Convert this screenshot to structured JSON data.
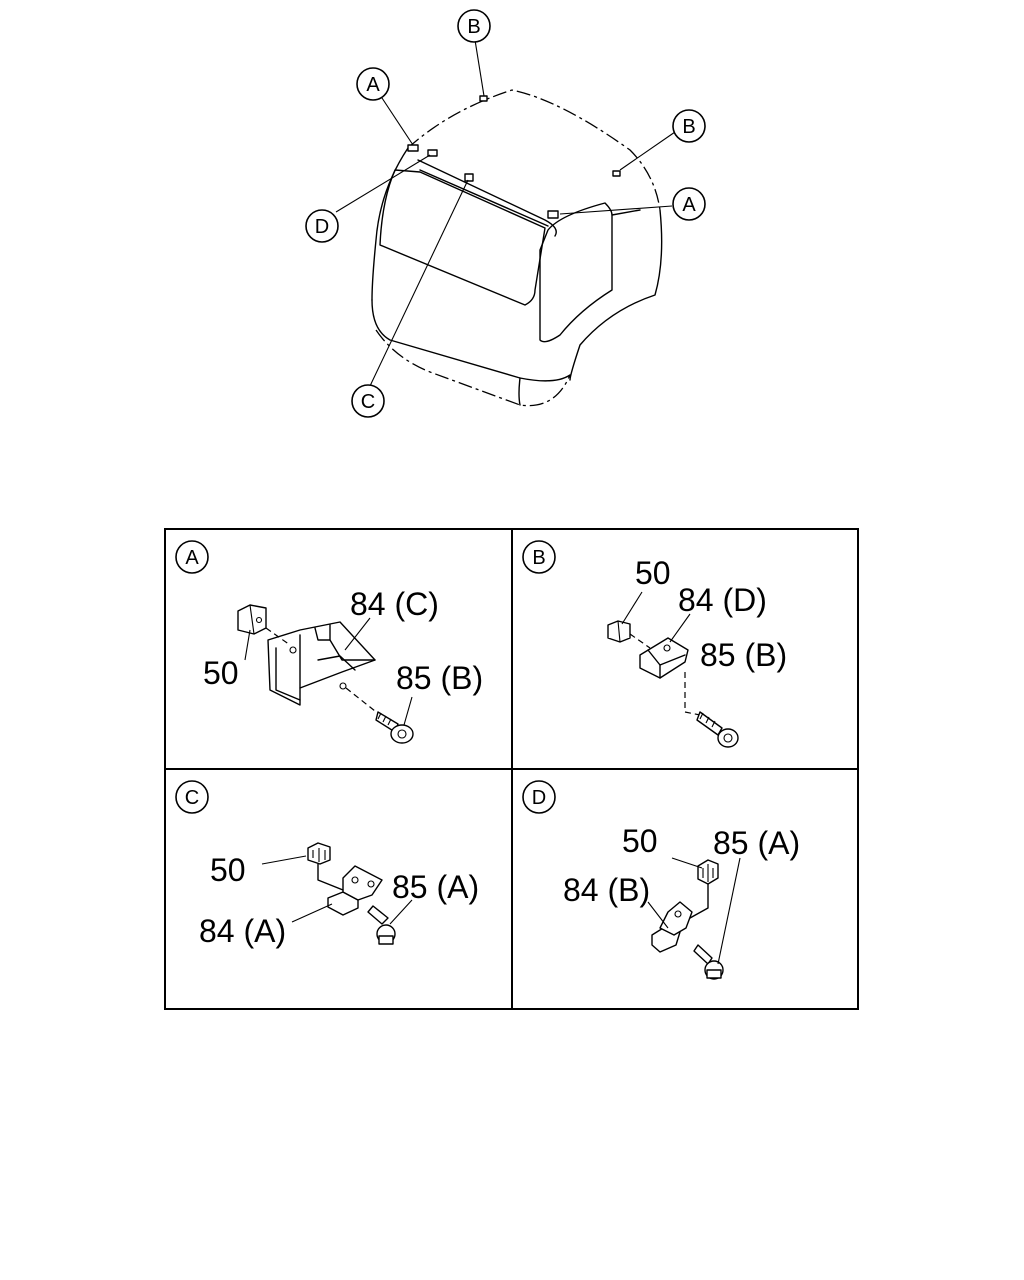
{
  "overview": {
    "callouts": [
      "B",
      "A",
      "B",
      "A",
      "D",
      "C"
    ]
  },
  "panels": [
    {
      "letter": "A",
      "labels": [
        "84 (C)",
        "50",
        "85 (B)"
      ]
    },
    {
      "letter": "B",
      "labels": [
        "50",
        "84 (D)",
        "85 (B)"
      ]
    },
    {
      "letter": "C",
      "labels": [
        "50",
        "85 (A)",
        "84 (A)"
      ]
    },
    {
      "letter": "D",
      "labels": [
        "50",
        "85 (A)",
        "84 (B)"
      ]
    }
  ]
}
